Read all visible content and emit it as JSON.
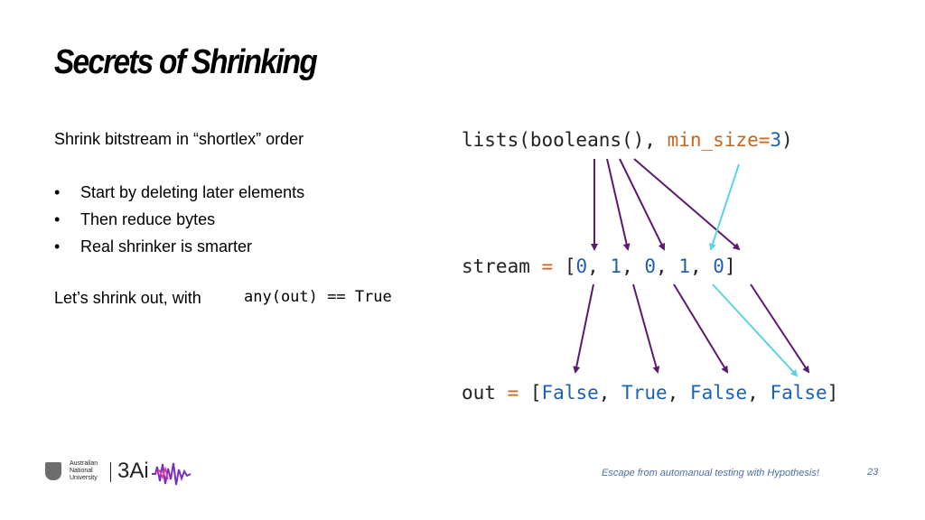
{
  "slide": {
    "title": "Secrets of Shrinking",
    "intro": "Shrink bitstream in “shortlex” order",
    "bullets": [
      "Start by deleting later elements",
      "Then reduce bytes",
      "Real shrinker is smarter"
    ],
    "bullet_glyph": "•",
    "shrink_prefix": "Let’s shrink out, with",
    "shrink_code": "any(out) == True"
  },
  "code": {
    "line1": {
      "func": "lists(booleans(), ",
      "kw": "min_size",
      "eq": "=",
      "num": "3",
      "close": ")"
    },
    "line2": {
      "lhs": "stream ",
      "eq": "=",
      "open": " [",
      "v0": "0",
      "v1": "1",
      "v2": "0",
      "v3": "1",
      "v4": "0",
      "sep": ", ",
      "close": "]"
    },
    "line3": {
      "lhs": "out ",
      "eq": "=",
      "open": " [",
      "b0": "False",
      "b1": "True",
      "b2": "False",
      "b3": "False",
      "sep": ", ",
      "close": "]"
    }
  },
  "footer": {
    "text": "Escape from automanual testing with Hypothesis!",
    "page": "23",
    "logo_university": "Australian\nNational\nUniversity",
    "logo_3ai": "3Ai"
  },
  "colors": {
    "arrow_purple": "#5b1a6e",
    "arrow_cyan": "#5bd3e0",
    "accent_orange": "#c8651b",
    "accent_blue": "#1c62b0"
  }
}
